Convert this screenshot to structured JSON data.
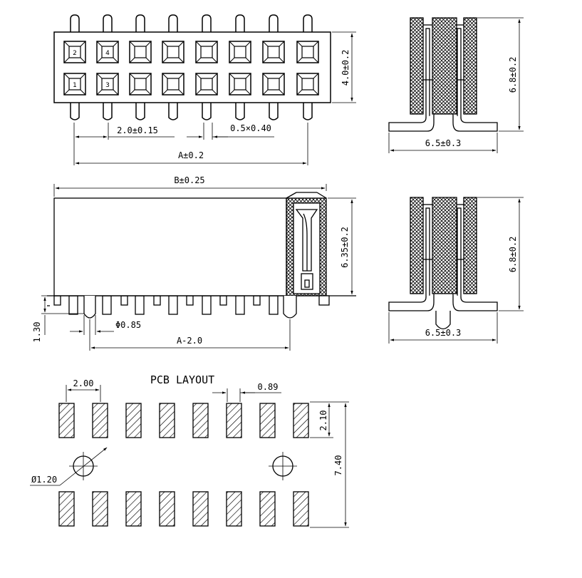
{
  "top_view": {
    "pin_numbers": [
      "2",
      "4",
      "1",
      "3"
    ],
    "pitch_label": "2.0±0.15",
    "pin_size_label": "0.5×0.40",
    "a_label": "A±0.2",
    "height_label": "4.0±0.2"
  },
  "end_view_top": {
    "height_label": "6.8±0.2",
    "width_label": "6.5±0.3"
  },
  "front_view": {
    "b_label": "B±0.25",
    "height_label": "6.35±0.2",
    "post_length_label": "1.30",
    "post_dia_label": "Φ0.85",
    "a_minus_label": "A-2.0"
  },
  "end_view_bottom": {
    "height_label": "6.8±0.2",
    "width_label": "6.5±0.3"
  },
  "pcb_layout": {
    "title": "PCB LAYOUT",
    "pitch_label": "2.00",
    "pad_width_label": "0.89",
    "pad_length_label": "2.10",
    "row_span_label": "7.40",
    "hole_label": "Ø1.20"
  }
}
